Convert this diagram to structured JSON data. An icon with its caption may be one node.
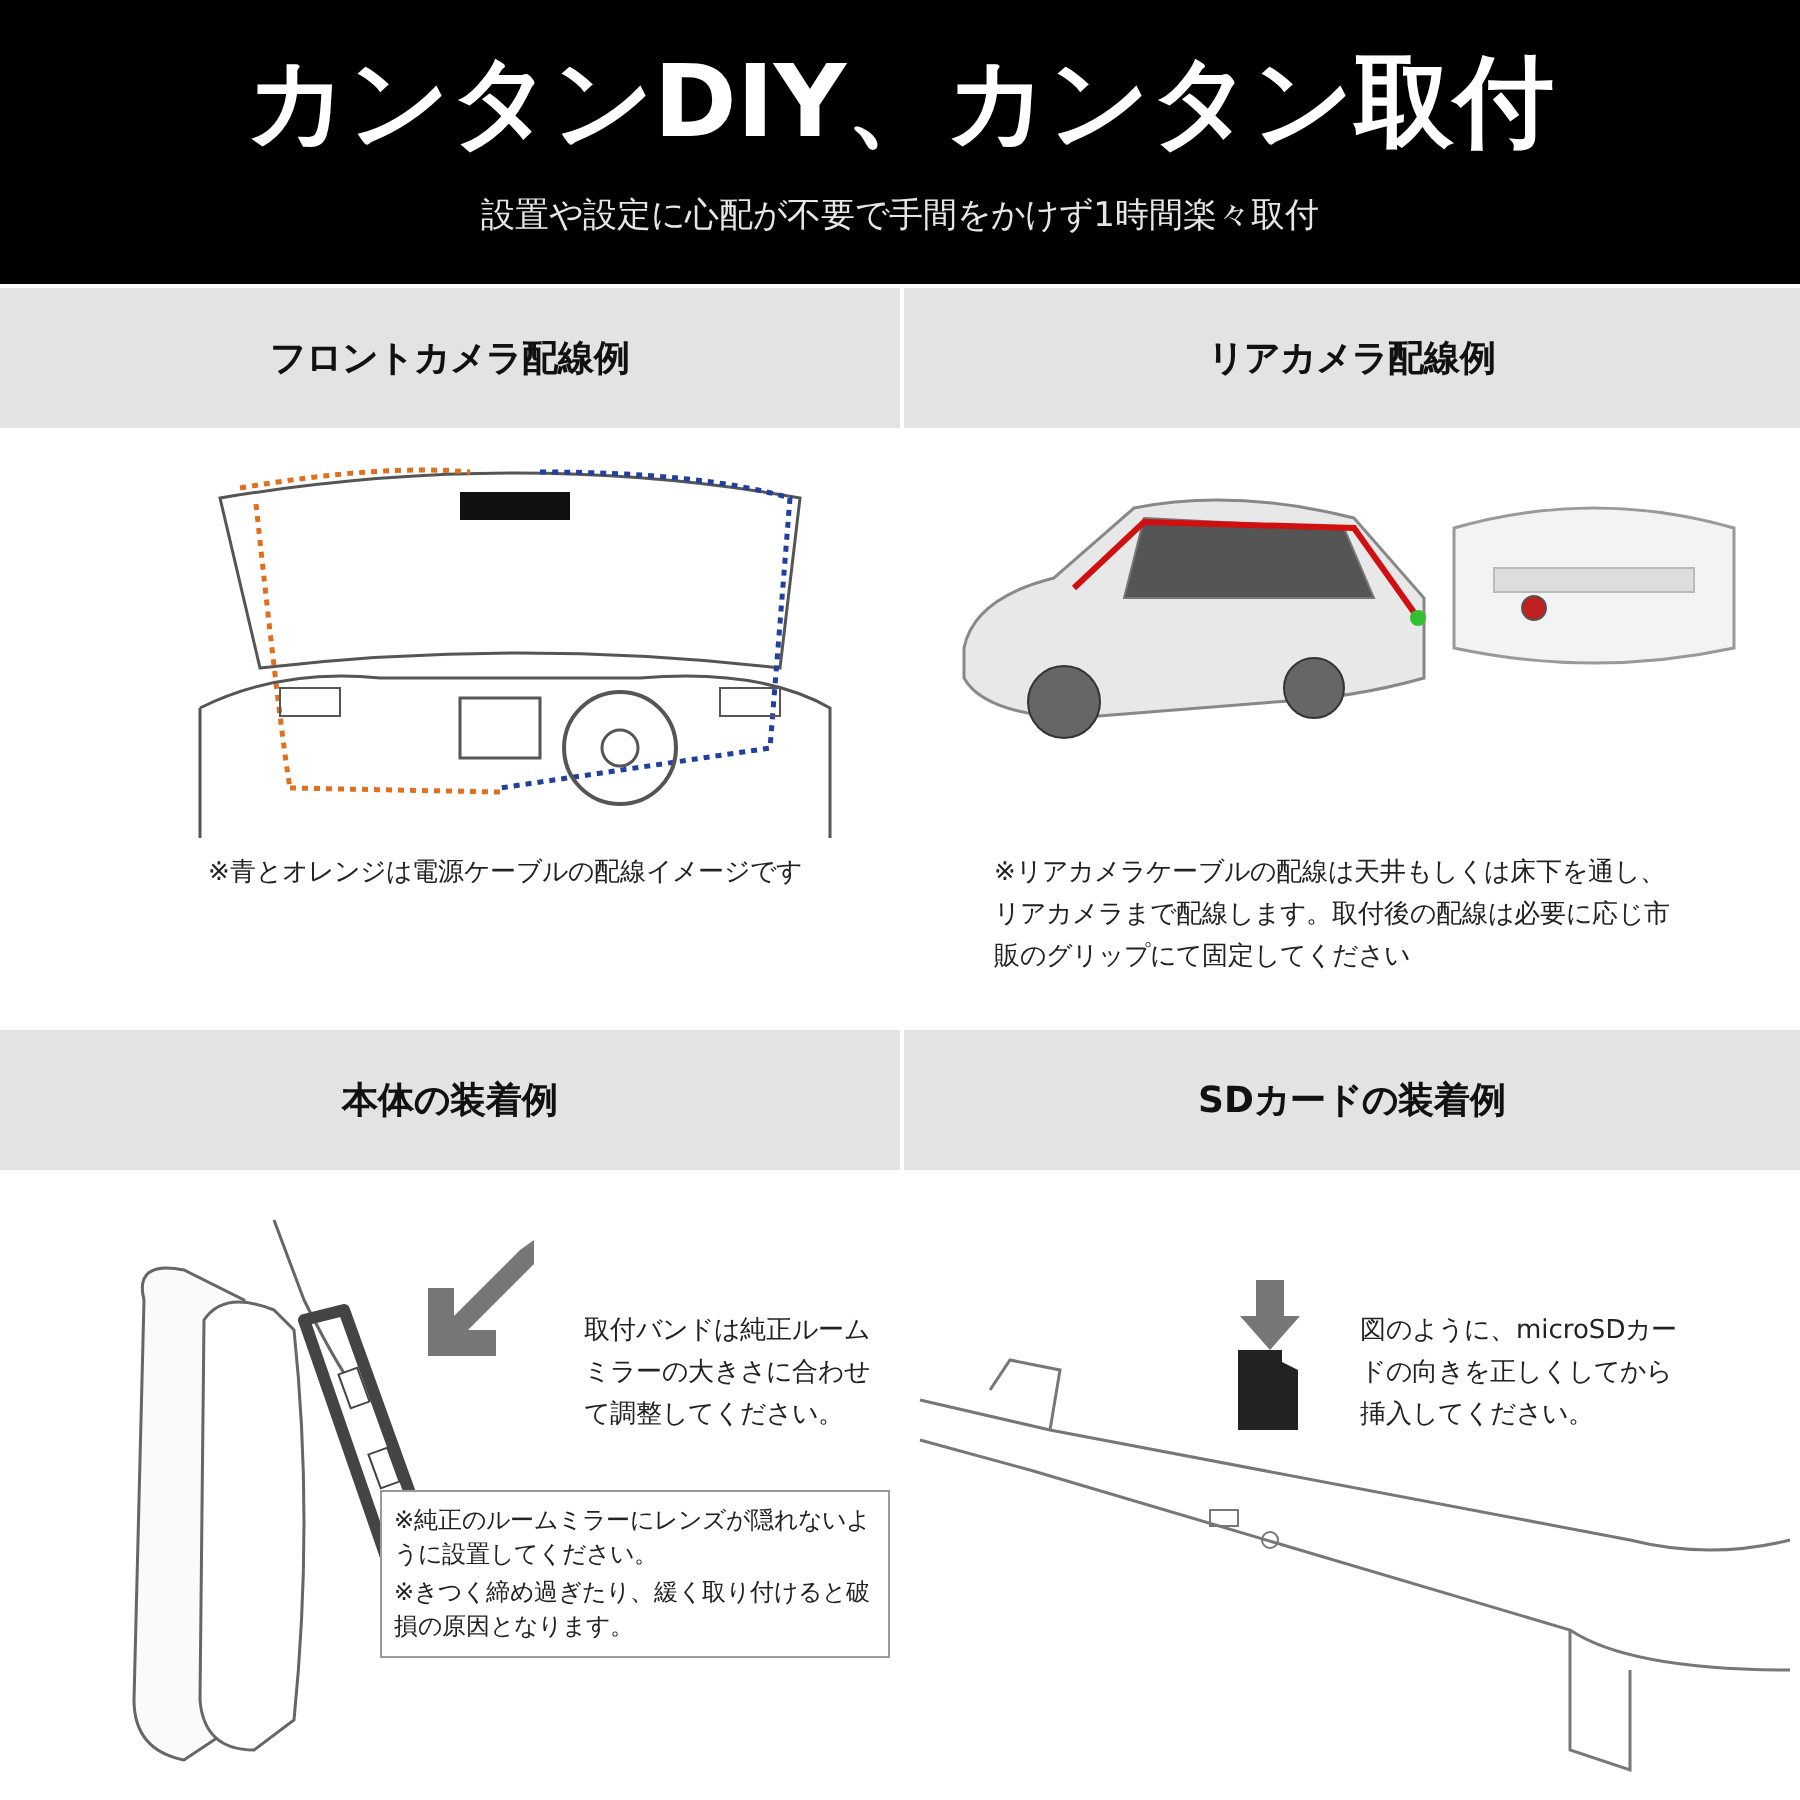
{
  "diagram": {
    "title": "カンタンDIY、カンタン取付",
    "nodes": [
      {
        "text": [
          "フロントカメラ配線例",
          "※青とオレンジは電源ケーブルの配線イメージです"
        ]
      },
      {
        "text": [
          "リアカメラ配線例",
          "※リアカメラケーブルの配線は天井もしくは床下を通し、リアカメラまで配線します。取付後の配線は必要に応じ市販のグリップにて固定してください"
        ]
      },
      {
        "text": [
          "本体の装着例",
          "取付バンドは純正ルームミラーの大きさに合わせて調整してください。"
        ]
      },
      {
        "text": [
          "※純正のルームミラーにレンズが隠れないように設置してください。",
          "※きつく締め過ぎたり、緩く取り付けると破損の原因となります。"
        ],
        "in": 2
      },
      {
        "text": [
          "SDカードの装着例",
          "図のように、microSDカードの向きを正しくしてから挿入してください。"
        ]
      }
    ],
    "labels": [
      "設置や設定に心配が不要で手間をかけず1時間楽々取付"
    ]
  }
}
